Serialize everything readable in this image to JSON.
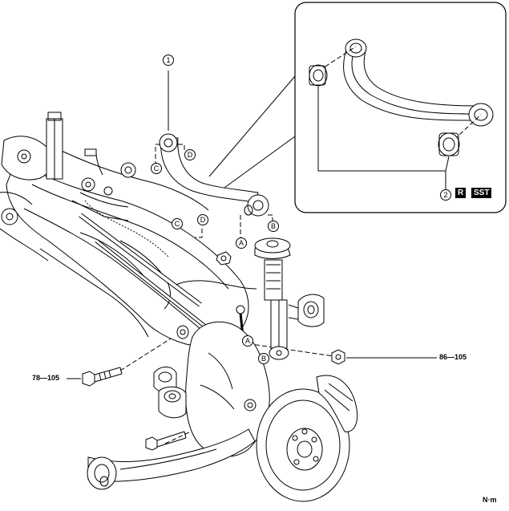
{
  "callouts": {
    "part1": "1",
    "part2": "2",
    "ref_a": "A",
    "ref_b": "B",
    "ref_c": "C",
    "ref_d": "D"
  },
  "badges": {
    "replace": "R",
    "sst": "SST"
  },
  "torque": {
    "left_bolt": "78—105",
    "right_nut": "86—105",
    "unit": "N·m"
  }
}
